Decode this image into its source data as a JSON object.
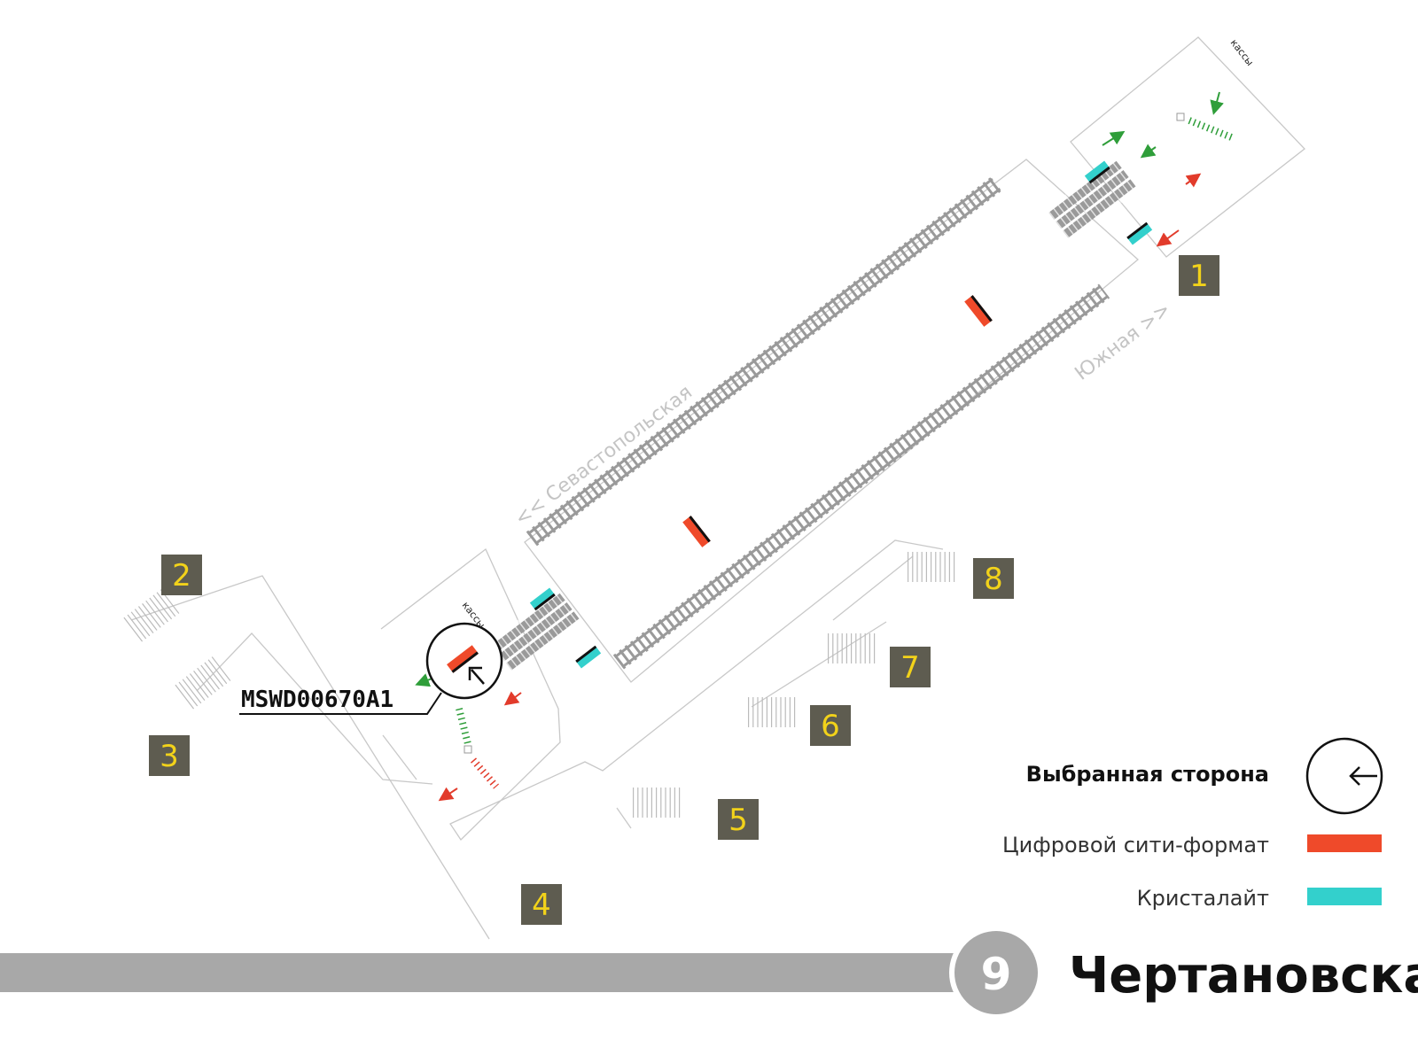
{
  "station": {
    "name": "Чертановская",
    "line_number": "9"
  },
  "directions": {
    "north": "<< Севастопольская",
    "south": "Южная >>"
  },
  "kassy_label": "кассы",
  "selected_code": "MSWD00670A1",
  "exits": [
    {
      "num": "1"
    },
    {
      "num": "2"
    },
    {
      "num": "3"
    },
    {
      "num": "4"
    },
    {
      "num": "5"
    },
    {
      "num": "6"
    },
    {
      "num": "7"
    },
    {
      "num": "8"
    }
  ],
  "legend": {
    "selected_side": "Выбранная сторона",
    "digital_city_format": "Цифровой сити-формат",
    "crystallite": "Кристалайт"
  },
  "colors": {
    "digital_city_format": "#ef4a2a",
    "crystallite": "#33d0cc",
    "exit_box": "#5e5c50",
    "exit_text": "#f2d21a",
    "line_bar": "#a8a8a8",
    "entry_arrow": "#2f9e3a",
    "exit_arrow": "#e23b2b"
  },
  "icons": [
    "arrow-left-icon",
    "arrow-up-left-icon",
    "escalator-icon",
    "stairs-icon"
  ]
}
